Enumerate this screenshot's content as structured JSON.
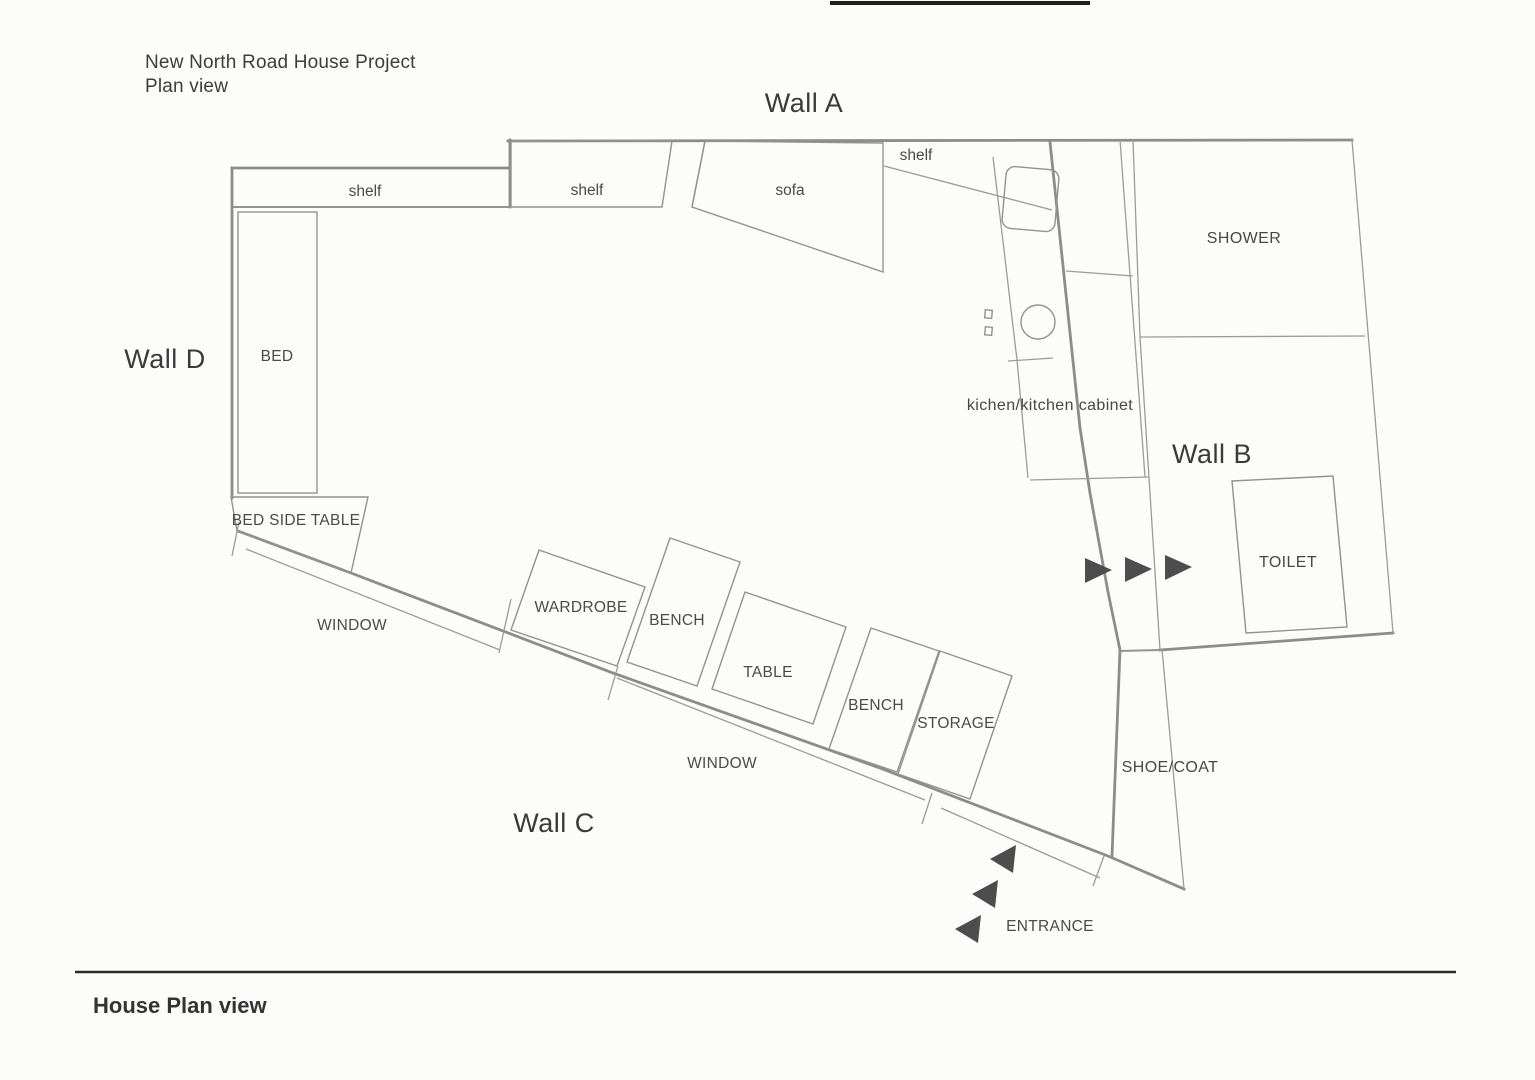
{
  "header": {
    "project_title": "New North Road House Project",
    "subtitle": "Plan view"
  },
  "footer": {
    "caption": "House Plan view"
  },
  "plan": {
    "walls": {
      "wall_a": "Wall A",
      "wall_b": "Wall B",
      "wall_c": "Wall C",
      "wall_d": "Wall D"
    },
    "rooms": {
      "shower": "SHOWER",
      "toilet": "TOILET",
      "shoe_coat": "SHOE/COAT",
      "kitchen_cabinet": "kichen/kitchen cabinet"
    },
    "furniture": {
      "shelf_left": "shelf",
      "shelf_middle": "shelf",
      "shelf_right": "shelf",
      "sofa": "sofa",
      "bed": "BED",
      "bed_side_table": "BED SIDE TABLE",
      "wardrobe": "WARDROBE",
      "bench_1": "BENCH",
      "table": "TABLE",
      "bench_2": "BENCH",
      "storage": "STORAGE"
    },
    "openings": {
      "window_1": "WINDOW",
      "window_2": "WINDOW",
      "entrance": "ENTRANCE"
    }
  },
  "colors": {
    "wall_line": "#8c8c8c",
    "thin_line": "#9b9b9b",
    "text": "#3d3d3d",
    "arrow": "#4d4d4d",
    "divider_line": "#2b2b2b",
    "background": "#fcfcfb"
  }
}
